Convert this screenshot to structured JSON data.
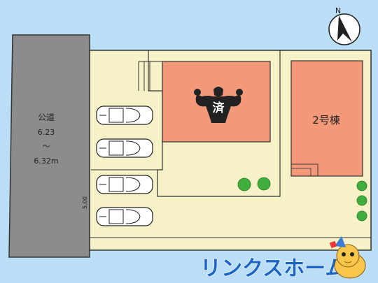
{
  "north": {
    "label": "N"
  },
  "road": {
    "label": "公道",
    "width_top": "6.23",
    "tilde": "～",
    "width_bottom": "6.32m"
  },
  "frontage": {
    "label": "5.00"
  },
  "house_sold": {
    "label": "済",
    "icon": "flexing-muscle-man-icon"
  },
  "house_2": {
    "label": "2号棟"
  },
  "brand": {
    "logo_text": "リンクスホーム"
  },
  "colors": {
    "background": "#b9def5",
    "road": "#8c8c8c",
    "lot": "#f6f1c6",
    "house": "#f4987a",
    "tree": "#3fae3f",
    "brand": "#1b63c4"
  }
}
